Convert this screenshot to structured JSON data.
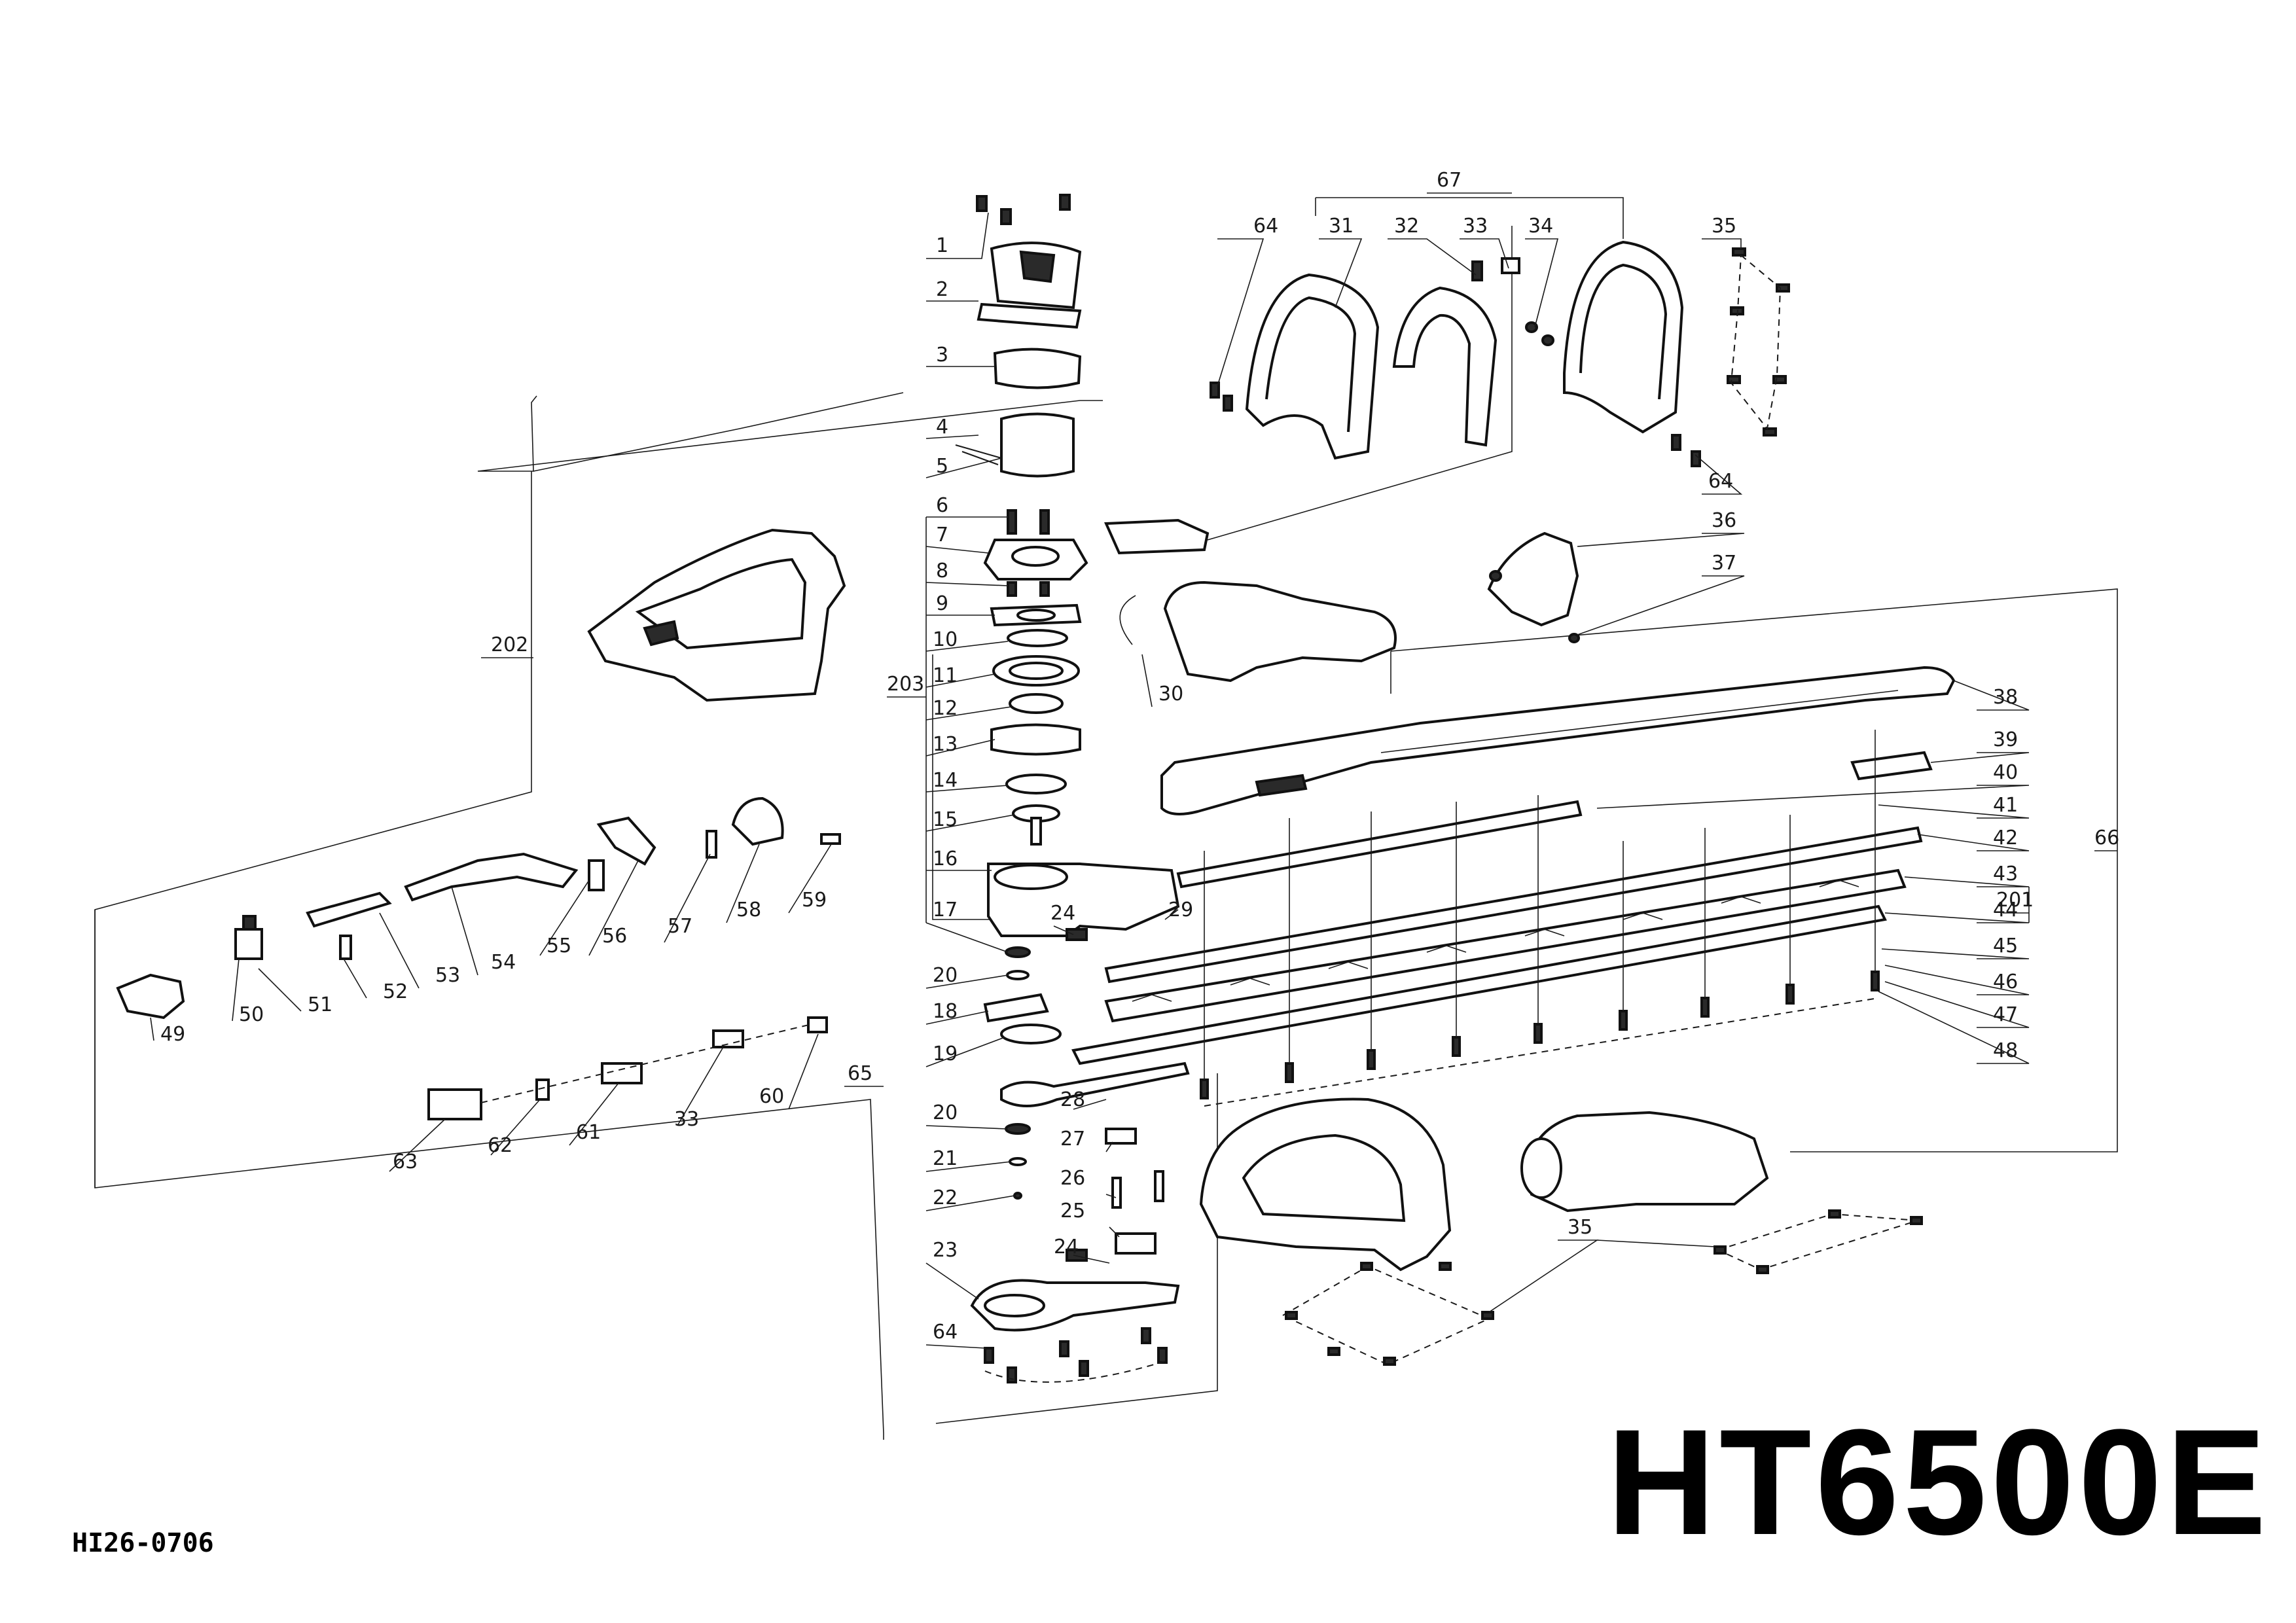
{
  "model": "HT6500E",
  "doc_code": "HI26-0706",
  "callouts": [
    {
      "id": "1",
      "text": "1"
    },
    {
      "id": "2",
      "text": "2"
    },
    {
      "id": "3",
      "text": "3"
    },
    {
      "id": "4",
      "text": "4"
    },
    {
      "id": "5",
      "text": "5"
    },
    {
      "id": "6",
      "text": "6"
    },
    {
      "id": "7",
      "text": "7"
    },
    {
      "id": "8",
      "text": "8"
    },
    {
      "id": "9",
      "text": "9"
    },
    {
      "id": "10",
      "text": "10"
    },
    {
      "id": "11",
      "text": "11"
    },
    {
      "id": "12",
      "text": "12"
    },
    {
      "id": "13",
      "text": "13"
    },
    {
      "id": "14",
      "text": "14"
    },
    {
      "id": "15",
      "text": "15"
    },
    {
      "id": "16",
      "text": "16"
    },
    {
      "id": "17",
      "text": "17"
    },
    {
      "id": "18",
      "text": "18"
    },
    {
      "id": "19",
      "text": "19"
    },
    {
      "id": "20a",
      "text": "20"
    },
    {
      "id": "20b",
      "text": "20"
    },
    {
      "id": "21",
      "text": "21"
    },
    {
      "id": "22",
      "text": "22"
    },
    {
      "id": "23",
      "text": "23"
    },
    {
      "id": "24a",
      "text": "24"
    },
    {
      "id": "24b",
      "text": "24"
    },
    {
      "id": "25",
      "text": "25"
    },
    {
      "id": "26",
      "text": "26"
    },
    {
      "id": "27",
      "text": "27"
    },
    {
      "id": "28",
      "text": "28"
    },
    {
      "id": "29",
      "text": "29"
    },
    {
      "id": "30",
      "text": "30"
    },
    {
      "id": "31",
      "text": "31"
    },
    {
      "id": "32",
      "text": "32"
    },
    {
      "id": "33a",
      "text": "33"
    },
    {
      "id": "33b",
      "text": "33"
    },
    {
      "id": "34",
      "text": "34"
    },
    {
      "id": "35a",
      "text": "35"
    },
    {
      "id": "35b",
      "text": "35"
    },
    {
      "id": "36",
      "text": "36"
    },
    {
      "id": "37",
      "text": "37"
    },
    {
      "id": "38",
      "text": "38"
    },
    {
      "id": "39",
      "text": "39"
    },
    {
      "id": "40",
      "text": "40"
    },
    {
      "id": "41",
      "text": "41"
    },
    {
      "id": "42",
      "text": "42"
    },
    {
      "id": "43",
      "text": "43"
    },
    {
      "id": "44",
      "text": "44"
    },
    {
      "id": "45",
      "text": "45"
    },
    {
      "id": "46",
      "text": "46"
    },
    {
      "id": "47",
      "text": "47"
    },
    {
      "id": "48",
      "text": "48"
    },
    {
      "id": "49",
      "text": "49"
    },
    {
      "id": "50",
      "text": "50"
    },
    {
      "id": "51",
      "text": "51"
    },
    {
      "id": "52",
      "text": "52"
    },
    {
      "id": "53",
      "text": "53"
    },
    {
      "id": "54",
      "text": "54"
    },
    {
      "id": "55",
      "text": "55"
    },
    {
      "id": "56",
      "text": "56"
    },
    {
      "id": "57",
      "text": "57"
    },
    {
      "id": "58",
      "text": "58"
    },
    {
      "id": "59",
      "text": "59"
    },
    {
      "id": "60",
      "text": "60"
    },
    {
      "id": "61",
      "text": "61"
    },
    {
      "id": "62",
      "text": "62"
    },
    {
      "id": "63",
      "text": "63"
    },
    {
      "id": "64a",
      "text": "64"
    },
    {
      "id": "64b",
      "text": "64"
    },
    {
      "id": "64c",
      "text": "64"
    },
    {
      "id": "65",
      "text": "65"
    },
    {
      "id": "66",
      "text": "66"
    },
    {
      "id": "67",
      "text": "67"
    },
    {
      "id": "201",
      "text": "201"
    },
    {
      "id": "202",
      "text": "202"
    },
    {
      "id": "203",
      "text": "203"
    }
  ]
}
